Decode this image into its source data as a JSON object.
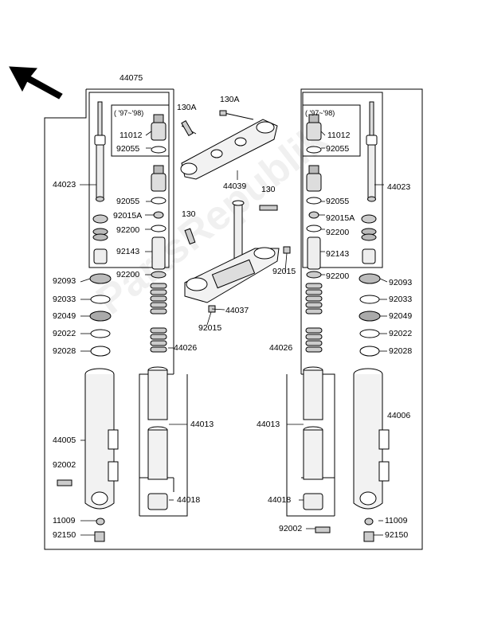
{
  "diagram": {
    "labels": {
      "l44075": "44075",
      "l130A_a": "130A",
      "l130A_b": "130A",
      "l130_a": "130",
      "l130_b": "130",
      "l44039": "44039",
      "l44037": "44037",
      "l92015_a": "92015",
      "l92015_b": "92015",
      "yr_left": "( '97~'98)",
      "yr_right": "( '97~'98)",
      "l11012_l": "11012",
      "l11012_r": "11012",
      "l92055_l1": "92055",
      "l92055_l2": "92055",
      "l92055_r1": "92055",
      "l92055_r2": "92055",
      "l44023_l": "44023",
      "l44023_r": "44023",
      "l92015A_l": "92015A",
      "l92015A_r": "92015A",
      "l92200_l1": "92200",
      "l92200_l2": "92200",
      "l92200_r1": "92200",
      "l92200_r2": "92200",
      "l92143_l": "92143",
      "l92143_r": "92143",
      "l92093_l": "92093",
      "l92093_r": "92093",
      "l92033_l": "92033",
      "l92033_r": "92033",
      "l92049_l": "92049",
      "l92049_r": "92049",
      "l92022_l": "92022",
      "l92022_r": "92022",
      "l92028_l": "92028",
      "l92028_r": "92028",
      "l44026_l": "44026",
      "l44026_r": "44026",
      "l44005": "44005",
      "l44006": "44006",
      "l44013_l": "44013",
      "l44013_r": "44013",
      "l44018_l": "44018",
      "l44018_r": "44018",
      "l92002_l": "92002",
      "l92002_r": "92002",
      "l11009_l": "11009",
      "l11009_r": "11009",
      "l92150_l": "92150",
      "l92150_r": "92150"
    },
    "watermark": "PartsRepublik"
  }
}
